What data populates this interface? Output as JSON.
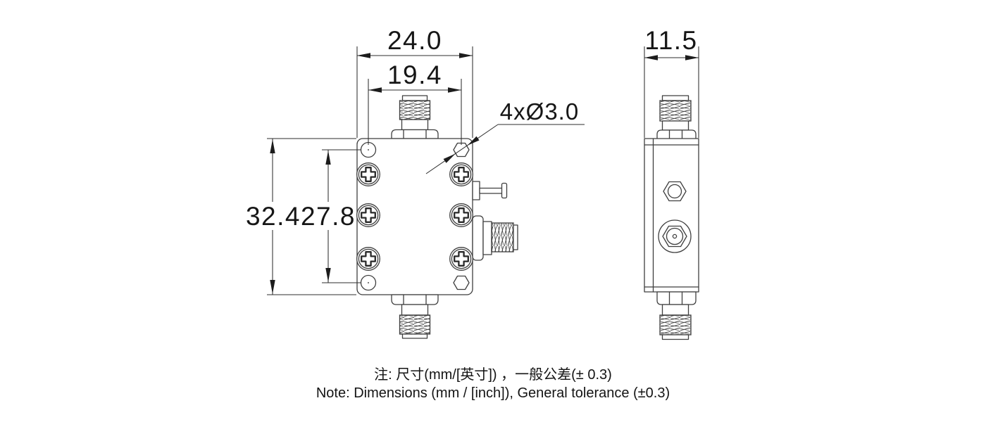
{
  "colors": {
    "background": "#ffffff",
    "drawing_line": "#3f3f3f",
    "dimension_line": "#2e2e2e",
    "text": "#161616"
  },
  "dimensions": {
    "front_width": "24.0",
    "connector_spacing": "19.4",
    "front_height": "32.4",
    "hole_spacing": "27.8",
    "hole_callout": "4xØ3.0",
    "side_width": "11.5"
  },
  "notes": {
    "line1": "注: 尺寸(mm/[英寸]) ，一般公差(± 0.3)",
    "line2": "Note: Dimensions (mm / [inch]), General tolerance (±0.3)"
  }
}
